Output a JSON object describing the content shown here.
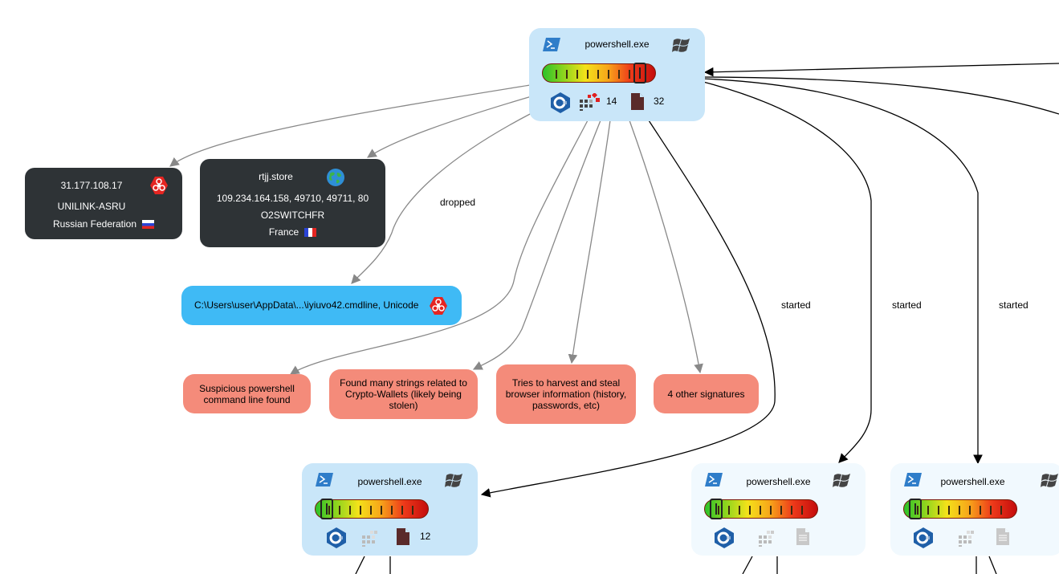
{
  "colors": {
    "process_node": "#c9e6f9",
    "process_node_faded": "#f1f9fe",
    "network_node": "#2e3336",
    "file_node": "#3fbaf5",
    "signature_node": "#f48b7a",
    "edge_gray": "#888888",
    "edge_black": "#000000"
  },
  "root_process": {
    "name": "powershell.exe",
    "icons": [
      "powershell-icon",
      "windows-icon",
      "dotnet-icon",
      "registry-icon",
      "file-icon"
    ],
    "registry_count": "14",
    "file_count": "32"
  },
  "ip_node": {
    "ip": "31.177.108.17",
    "asn": "UNILINK-ASRU",
    "country": "Russian Federation",
    "icons": [
      "biohazard-icon",
      "russia-flag-icon"
    ]
  },
  "domain_node": {
    "domain": "rtjj.store",
    "ips": "109.234.164.158, 49710, 49711, 80",
    "asn": "O2SWITCHFR",
    "country": "France",
    "icons": [
      "globe-icon",
      "france-flag-icon"
    ]
  },
  "file_node": {
    "label": "C:\\Users\\user\\AppData\\...\\iyiuvo42.cmdline, Unicode",
    "icon": "biohazard-icon"
  },
  "edge_labels": {
    "dropped": "dropped",
    "started_1": "started",
    "started_2": "started",
    "started_3": "started"
  },
  "signatures": [
    {
      "text": "Suspicious powershell command line found"
    },
    {
      "text": "Found many strings related to Crypto-Wallets (likely being stolen)"
    },
    {
      "text": "Tries to harvest and steal browser information (history, passwords, etc)"
    },
    {
      "text": "4 other signatures"
    }
  ],
  "child_processes": [
    {
      "name": "powershell.exe",
      "file_count": "12",
      "faded": false
    },
    {
      "name": "powershell.exe",
      "file_count": "",
      "faded": true
    },
    {
      "name": "powershell.exe",
      "file_count": "",
      "faded": true
    }
  ]
}
